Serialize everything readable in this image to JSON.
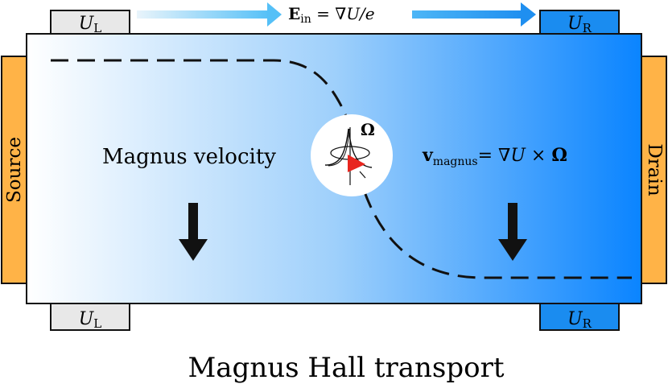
{
  "caption": "Magnus Hall transport",
  "left_label": "Magnus velocity",
  "right_equation": {
    "vector": "v",
    "subscript": "magnus",
    "rhs": "= ∇U × ",
    "omega": "Ω"
  },
  "top_field": {
    "vector": "E",
    "subscript": "in",
    "rhs": " = ∇U/e"
  },
  "omega_label": "Ω",
  "contacts": {
    "source": "Source",
    "drain": "Drain"
  },
  "gates": {
    "top_left": {
      "main": "U",
      "sub": "L"
    },
    "top_right": {
      "main": "U",
      "sub": "R"
    },
    "bottom_left": {
      "main": "U",
      "sub": "L"
    },
    "bottom_right": {
      "main": "U",
      "sub": "R"
    }
  },
  "colors": {
    "channel_left": "#ffffff",
    "channel_right": "#0a84ff",
    "gate_left": "#e8e8e8",
    "gate_right": "#1a8cf0",
    "contact": "#ffb347",
    "arrow_fade": "#bfe3f7",
    "arrow_full": "#1f9bf0",
    "skyrmion_marker": "#e8261f"
  },
  "icons": {
    "down_arrow": "down-arrow-icon",
    "field_arrow": "right-arrow-icon",
    "skyrmion": "skyrmion-icon"
  }
}
